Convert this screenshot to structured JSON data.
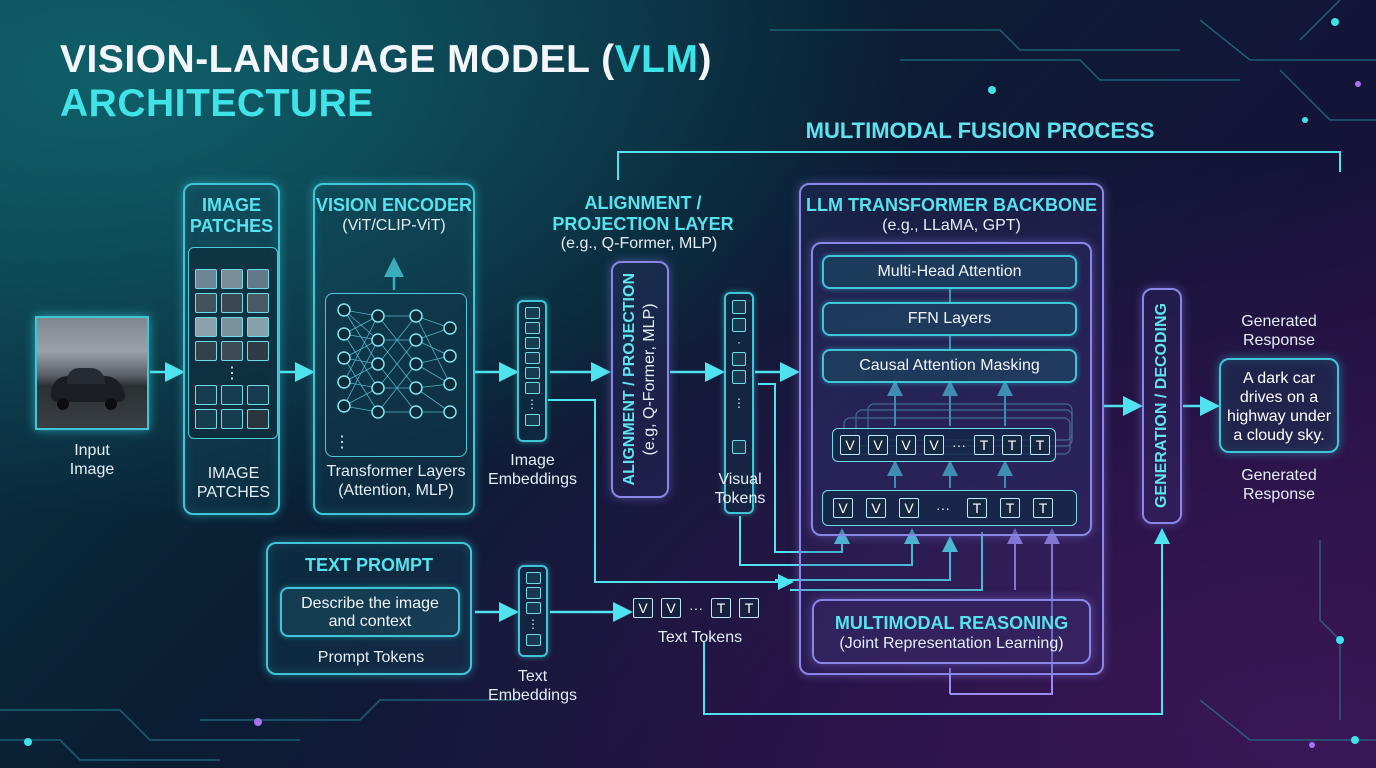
{
  "title": {
    "line1_prefix": "VISION-LANGUAGE MODEL (",
    "line1_highlight": "VLM",
    "line1_suffix": ")",
    "line2": "ARCHITECTURE"
  },
  "fusion_title": "MULTIMODAL FUSION PROCESS",
  "input": {
    "label_line1": "Input",
    "label_line2": "Image"
  },
  "patches": {
    "header_line1": "IMAGE",
    "header_line2": "PATCHES",
    "label_line1": "IMAGE",
    "label_line2": "PATCHES",
    "dots": "⋮"
  },
  "encoder": {
    "header": "VISION ENCODER",
    "sub": "(ViT/CLIP-ViT)",
    "label_line1": "Transformer Layers",
    "label_line2": "(Attention, MLP)",
    "dots": "⋮"
  },
  "image_embeddings": {
    "label_line1": "Image",
    "label_line2": "Embeddings",
    "dots": "⋮"
  },
  "alignment": {
    "header_line1": "ALIGNMENT /",
    "header_line2": "PROJECTION LAYER",
    "sub": "(e.g., Q-Former, MLP)",
    "vertical_line1": "ALIGNMENT / PROJECTION",
    "vertical_line2": "(e.g, Q-Former, MLP)"
  },
  "visual_tokens": {
    "label_line1": "Visual",
    "label_line2": "Tokens",
    "dots1": "·",
    "dots2": "⋮"
  },
  "llm": {
    "header": "LLM TRANSFORMER BACKBONE",
    "sub": "(e.g., LLaMA, GPT)",
    "layers": [
      "Multi-Head Attention",
      "FFN Layers",
      "Causal Attention Masking"
    ],
    "token_row_top": [
      "V",
      "V",
      "V",
      "V",
      "···",
      "T",
      "T",
      "T"
    ],
    "token_row_bottom": [
      "V",
      "V",
      "V",
      "···",
      "T",
      "T",
      "T"
    ]
  },
  "reasoning": {
    "header": "MULTIMODAL REASONING",
    "sub": "(Joint Representation Learning)"
  },
  "generation": {
    "vertical": "GENERATION / DECODING"
  },
  "response": {
    "top_line1": "Generated",
    "top_line2": "Response",
    "text_line1": "A dark car",
    "text_line2": "drives on a",
    "text_line3": "highway under",
    "text_line4": "a cloudy sky.",
    "bottom_line1": "Generated",
    "bottom_line2": "Response"
  },
  "text_prompt": {
    "header": "TEXT PROMPT",
    "prompt_line1": "Describe the image",
    "prompt_line2": "and context",
    "label": "Prompt Tokens"
  },
  "text_embeddings": {
    "label_line1": "Text",
    "label_line2": "Embeddings",
    "dots": "⋮"
  },
  "text_tokens": {
    "tokens": [
      "V",
      "V",
      "···",
      "T",
      "T"
    ],
    "label": "Text Tokens"
  },
  "colors": {
    "cyan": "#3fe3e8",
    "purple": "#8a86e8",
    "bg_dark": "#0a1e33"
  }
}
